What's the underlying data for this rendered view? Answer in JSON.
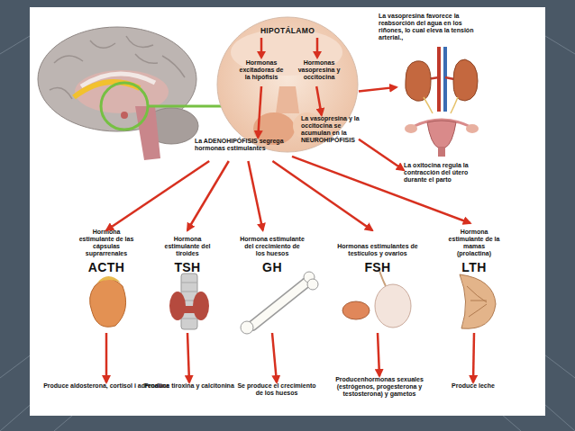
{
  "diagram": {
    "nodes": [
      {
        "text": [
          "HIPOTÁLAMO"
        ]
      },
      {
        "text": [
          "Hormonas excitadoras de la hipófisis"
        ],
        "in": 0
      },
      {
        "text": [
          "Hormonas vasopresina y occitocina"
        ],
        "in": 0
      },
      {
        "text": [
          "La vasopresina y la occitocina se acumulan en la NEUROHIPÓFISIS"
        ],
        "in": 0
      },
      {
        "text": [
          "La ADENOHIPÓFISIS segrega hormonas estimulantes"
        ]
      },
      {
        "text": [
          "La vasopresina favorece la reabsorción del agua en los riñones, lo cual eleva la tensión arterial.,"
        ]
      },
      {
        "text": [
          "La oxitocina regula la contracción del útero durante el parto"
        ]
      },
      {
        "text": [
          "Hormona estimulante de las cápsulas suprarrenales",
          "ACTH"
        ]
      },
      {
        "text": [
          "Hormona estimulante del tiroides",
          "TSH"
        ]
      },
      {
        "text": [
          "Hormona estimulante del crecimiento de los huesos",
          "GH"
        ]
      },
      {
        "text": [
          "Hormonas estimulantes de testículos y ovarios",
          "FSH"
        ]
      },
      {
        "text": [
          "Hormona estimulante de la mamas (prolactina)",
          "LTH"
        ]
      },
      {
        "text": [
          "Produce aldosterona, cortisol i adrenalina"
        ]
      },
      {
        "text": [
          "Produce tiroxina y calcitonina"
        ]
      },
      {
        "text": [
          "Se produce el crecimiento de los huesos"
        ]
      },
      {
        "text": [
          "Producenhormonas sexuales (estrógenos, progesterona y testosterona) y gametos"
        ]
      },
      {
        "text": [
          "Produce leche"
        ]
      }
    ],
    "edges": [
      {
        "from": 4,
        "to": 7,
        "arrow": "to"
      },
      {
        "from": 4,
        "to": 8,
        "arrow": "to"
      },
      {
        "from": 4,
        "to": 9,
        "arrow": "to"
      },
      {
        "from": 4,
        "to": 10,
        "arrow": "to"
      },
      {
        "from": 4,
        "to": 11,
        "arrow": "to"
      },
      {
        "from": 0,
        "to": 5,
        "arrow": "to"
      },
      {
        "from": 0,
        "to": 6,
        "arrow": "to"
      },
      {
        "from": 1,
        "to": 4,
        "arrow": "to"
      },
      {
        "from": 2,
        "to": 3,
        "arrow": "to"
      },
      {
        "from": 7,
        "to": 12,
        "arrow": "to"
      },
      {
        "from": 8,
        "to": 13,
        "arrow": "to"
      },
      {
        "from": 9,
        "to": 14,
        "arrow": "to"
      },
      {
        "from": 10,
        "to": 15,
        "arrow": "to"
      },
      {
        "from": 11,
        "to": 16,
        "arrow": "to"
      }
    ]
  }
}
